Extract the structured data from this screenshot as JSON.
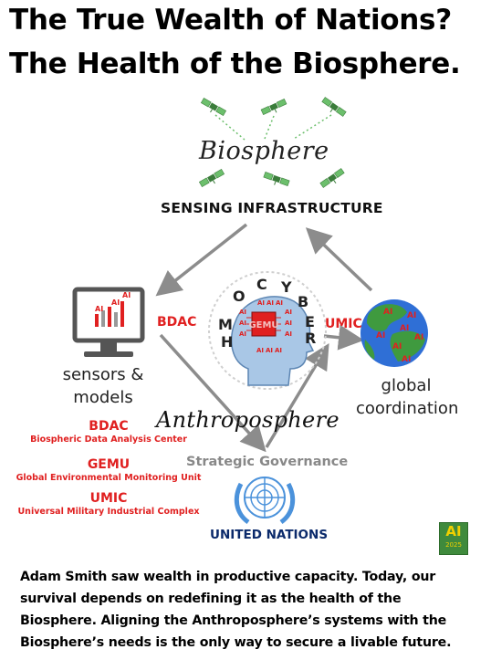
{
  "title": {
    "line1": "The True Wealth of Nations?",
    "line2": "The Health of the Biosphere."
  },
  "nodes": {
    "biosphere": "Biosphere",
    "sensing": "SENSING INFRASTRUCTURE",
    "sensors_line1": "sensors &",
    "sensors_line2": "models",
    "global_line1": "global",
    "global_line2": "coordination",
    "anthroposphere": "Anthroposphere",
    "strategic": "Strategic Governance",
    "un": "UNITED NATIONS"
  },
  "tags": {
    "bdac": "BDAC",
    "umic": "UMIC",
    "gemu": "GEMU",
    "ai": "AI"
  },
  "head_letters": [
    "M",
    "O",
    "C",
    "Y",
    "B",
    "E",
    "R",
    "H"
  ],
  "legend": [
    {
      "abbr": "BDAC",
      "full": "Biospheric Data Analysis Center"
    },
    {
      "abbr": "GEMU",
      "full": "Global Environmental Monitoring Unit"
    },
    {
      "abbr": "UMIC",
      "full": "Universal Military Industrial Complex"
    }
  ],
  "badge": {
    "label": "AI",
    "year": "2025"
  },
  "body_text": [
    "Adam Smith saw wealth in productive capacity. Today, our",
    "survival depends on redefining it as the health of the",
    "Biosphere. Aligning the Anthroposphere’s systems with the",
    "Biosphere’s needs is the only way to secure a livable future."
  ],
  "colors": {
    "accent_red": "#e02020",
    "arrow_gray": "#8c8c8c",
    "satellite_green": "#4a9a4a",
    "un_blue": "#4b92db"
  }
}
